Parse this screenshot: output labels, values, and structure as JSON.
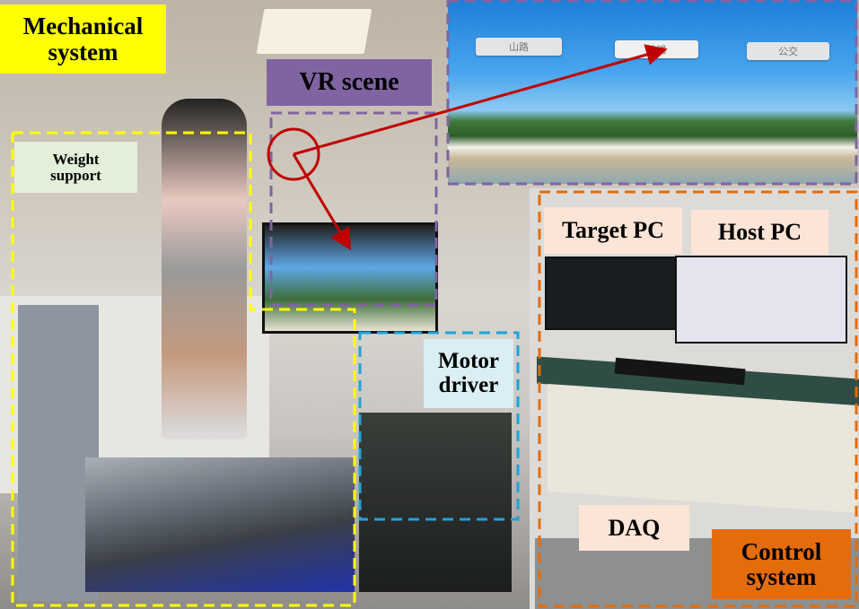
{
  "labels": {
    "mechanical_system": "Mechanical system",
    "weight_support": "Weight support",
    "vr_scene": "VR scene",
    "target_pc": "Target PC",
    "host_pc": "Host PC",
    "motor_driver": "Motor driver",
    "daq": "DAQ",
    "control_system": "Control system"
  },
  "vr_menu": {
    "buttons": [
      "山路",
      "沙滩",
      "公交"
    ]
  },
  "colors": {
    "mechanical": "#ffff00",
    "weight_support": "#e2efd9",
    "vr_scene": "#8064a2",
    "pc_labels": "#fce4d6",
    "motor_driver": "#daeef3",
    "control_system": "#e46c0a",
    "pointer": "#c00000",
    "vr_border": "#8064a2",
    "motor_border": "#1fa3d9",
    "control_border": "#e46c0a"
  }
}
